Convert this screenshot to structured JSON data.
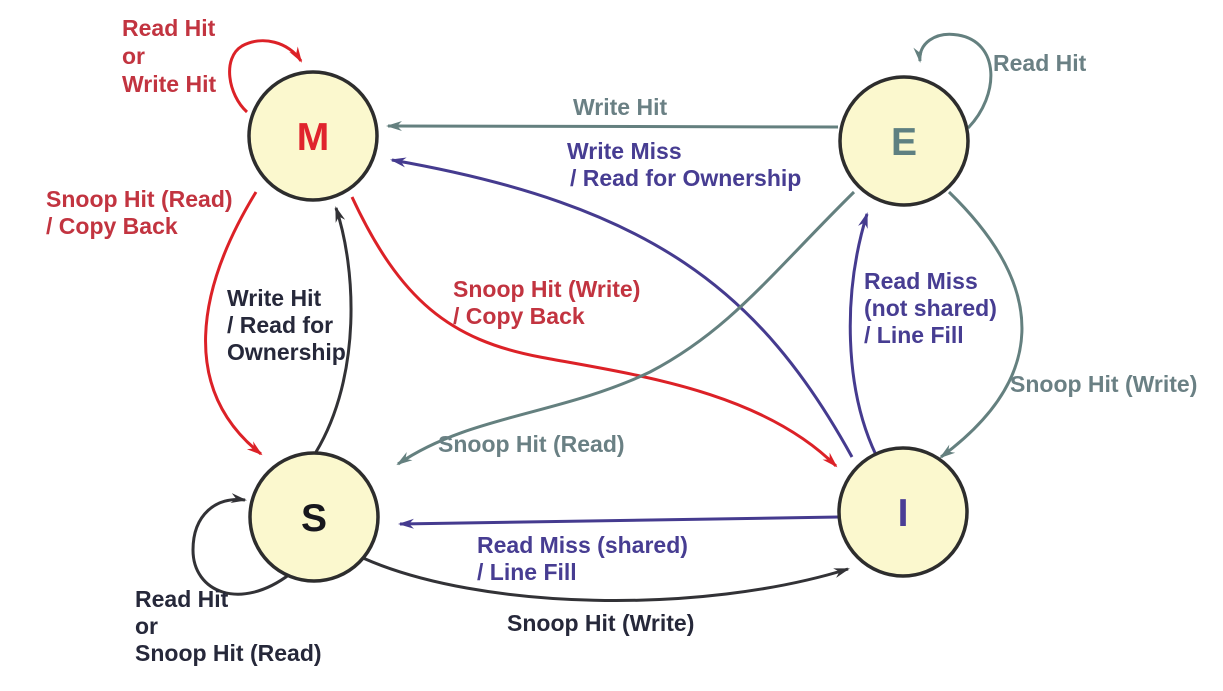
{
  "diagram": {
    "type": "state-machine",
    "colors": {
      "node_fill": "#FBF8CE",
      "node_stroke": "#2D2D2D",
      "red_arrow": "#DC2127",
      "red_text": "#C23440",
      "slate": "#64807F",
      "purple": "#453B8F",
      "dark": "#323236"
    },
    "nodes": {
      "m": {
        "label": "M",
        "letter_color": "#E0242D"
      },
      "e": {
        "label": "E",
        "letter_color": "#5E8081"
      },
      "s": {
        "label": "S",
        "letter_color": "#17171D"
      },
      "i": {
        "label": "I",
        "letter_color": "#4A3E96"
      }
    },
    "edges": {
      "m_self": {
        "from": "M",
        "to": "M",
        "color": "#DC2127",
        "lines": [
          "Read Hit",
          "or",
          "Write Hit"
        ]
      },
      "e_self": {
        "from": "E",
        "to": "E",
        "color": "#64807F",
        "lines": [
          "Read Hit"
        ]
      },
      "e_m": {
        "from": "E",
        "to": "M",
        "color": "#64807F",
        "lines": [
          "Write Hit"
        ]
      },
      "i_m": {
        "from": "I",
        "to": "M",
        "color": "#453B8F",
        "lines": [
          "Write Miss",
          "/ Read for Ownership"
        ]
      },
      "m_s": {
        "from": "M",
        "to": "S",
        "color": "#DC2127",
        "lines": [
          "Snoop Hit (Read)",
          "/ Copy Back"
        ]
      },
      "s_m": {
        "from": "S",
        "to": "M",
        "color": "#323236",
        "lines": [
          "Write Hit",
          "/ Read for",
          "Ownership"
        ]
      },
      "m_i": {
        "from": "M",
        "to": "I",
        "color": "#DC2127",
        "lines": [
          "Snoop Hit (Write)",
          "/ Copy Back"
        ]
      },
      "e_s": {
        "from": "E",
        "to": "S",
        "color": "#64807F",
        "lines": [
          "Snoop Hit (Read)"
        ]
      },
      "i_e": {
        "from": "I",
        "to": "E",
        "color": "#453B8F",
        "lines": [
          "Read Miss",
          "(not shared)",
          "/ Line Fill"
        ]
      },
      "e_i": {
        "from": "E",
        "to": "I",
        "color": "#64807F",
        "lines": [
          "Snoop Hit (Write)"
        ]
      },
      "i_s": {
        "from": "I",
        "to": "S",
        "color": "#453B8F",
        "lines": [
          "Read Miss (shared)",
          "/ Line Fill"
        ]
      },
      "s_i": {
        "from": "S",
        "to": "I",
        "color": "#323236",
        "lines": [
          "Snoop Hit (Write)"
        ]
      },
      "s_self": {
        "from": "S",
        "to": "S",
        "color": "#323236",
        "lines": [
          "Read Hit",
          "or",
          "Snoop Hit (Read)"
        ]
      }
    }
  }
}
